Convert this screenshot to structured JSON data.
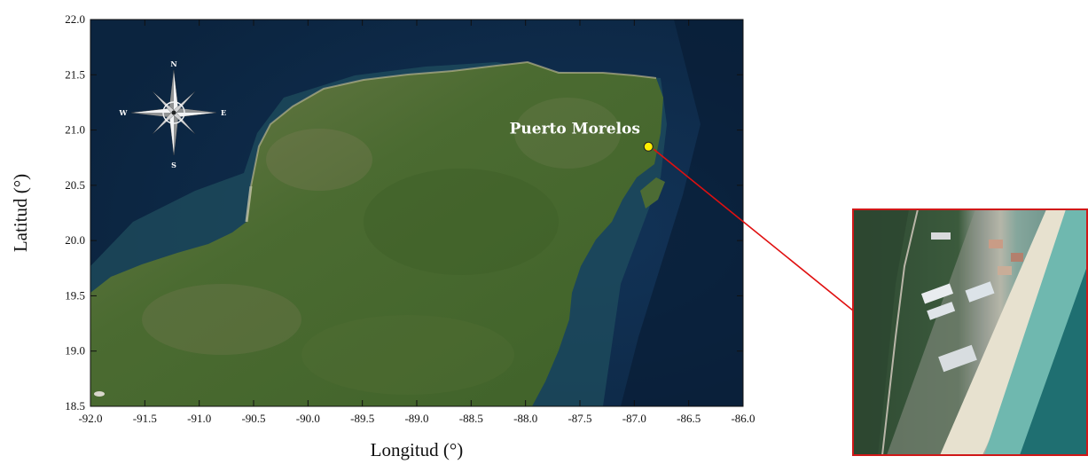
{
  "map": {
    "x_axis": {
      "title": "Longitud (°)",
      "range": [
        -92.0,
        -86.0
      ],
      "ticks": [
        "-92.0",
        "-91.5",
        "-91.0",
        "-90.5",
        "-90.0",
        "-89.5",
        "-89.0",
        "-88.5",
        "-88.0",
        "-87.5",
        "-87.0",
        "-86.5",
        "-86.0"
      ]
    },
    "y_axis": {
      "title": "Latitud (°)",
      "range": [
        18.5,
        22.0
      ],
      "ticks": [
        "18.5",
        "19.0",
        "19.5",
        "20.0",
        "20.5",
        "21.0",
        "21.5",
        "22.0"
      ]
    },
    "location": {
      "name": "Puerto Morelos",
      "lon": -86.87,
      "lat": 20.85
    },
    "compass": {
      "n": "N",
      "s": "S",
      "e": "E",
      "w": "W"
    },
    "colors": {
      "ocean": "#0e2a4a",
      "land": "#4d6e35",
      "marker": "#ffee00",
      "callout_line": "#e01010",
      "inset_border": "#d01818"
    },
    "icons": {
      "compass": "compass-rose-icon",
      "marker": "location-marker-icon"
    }
  }
}
